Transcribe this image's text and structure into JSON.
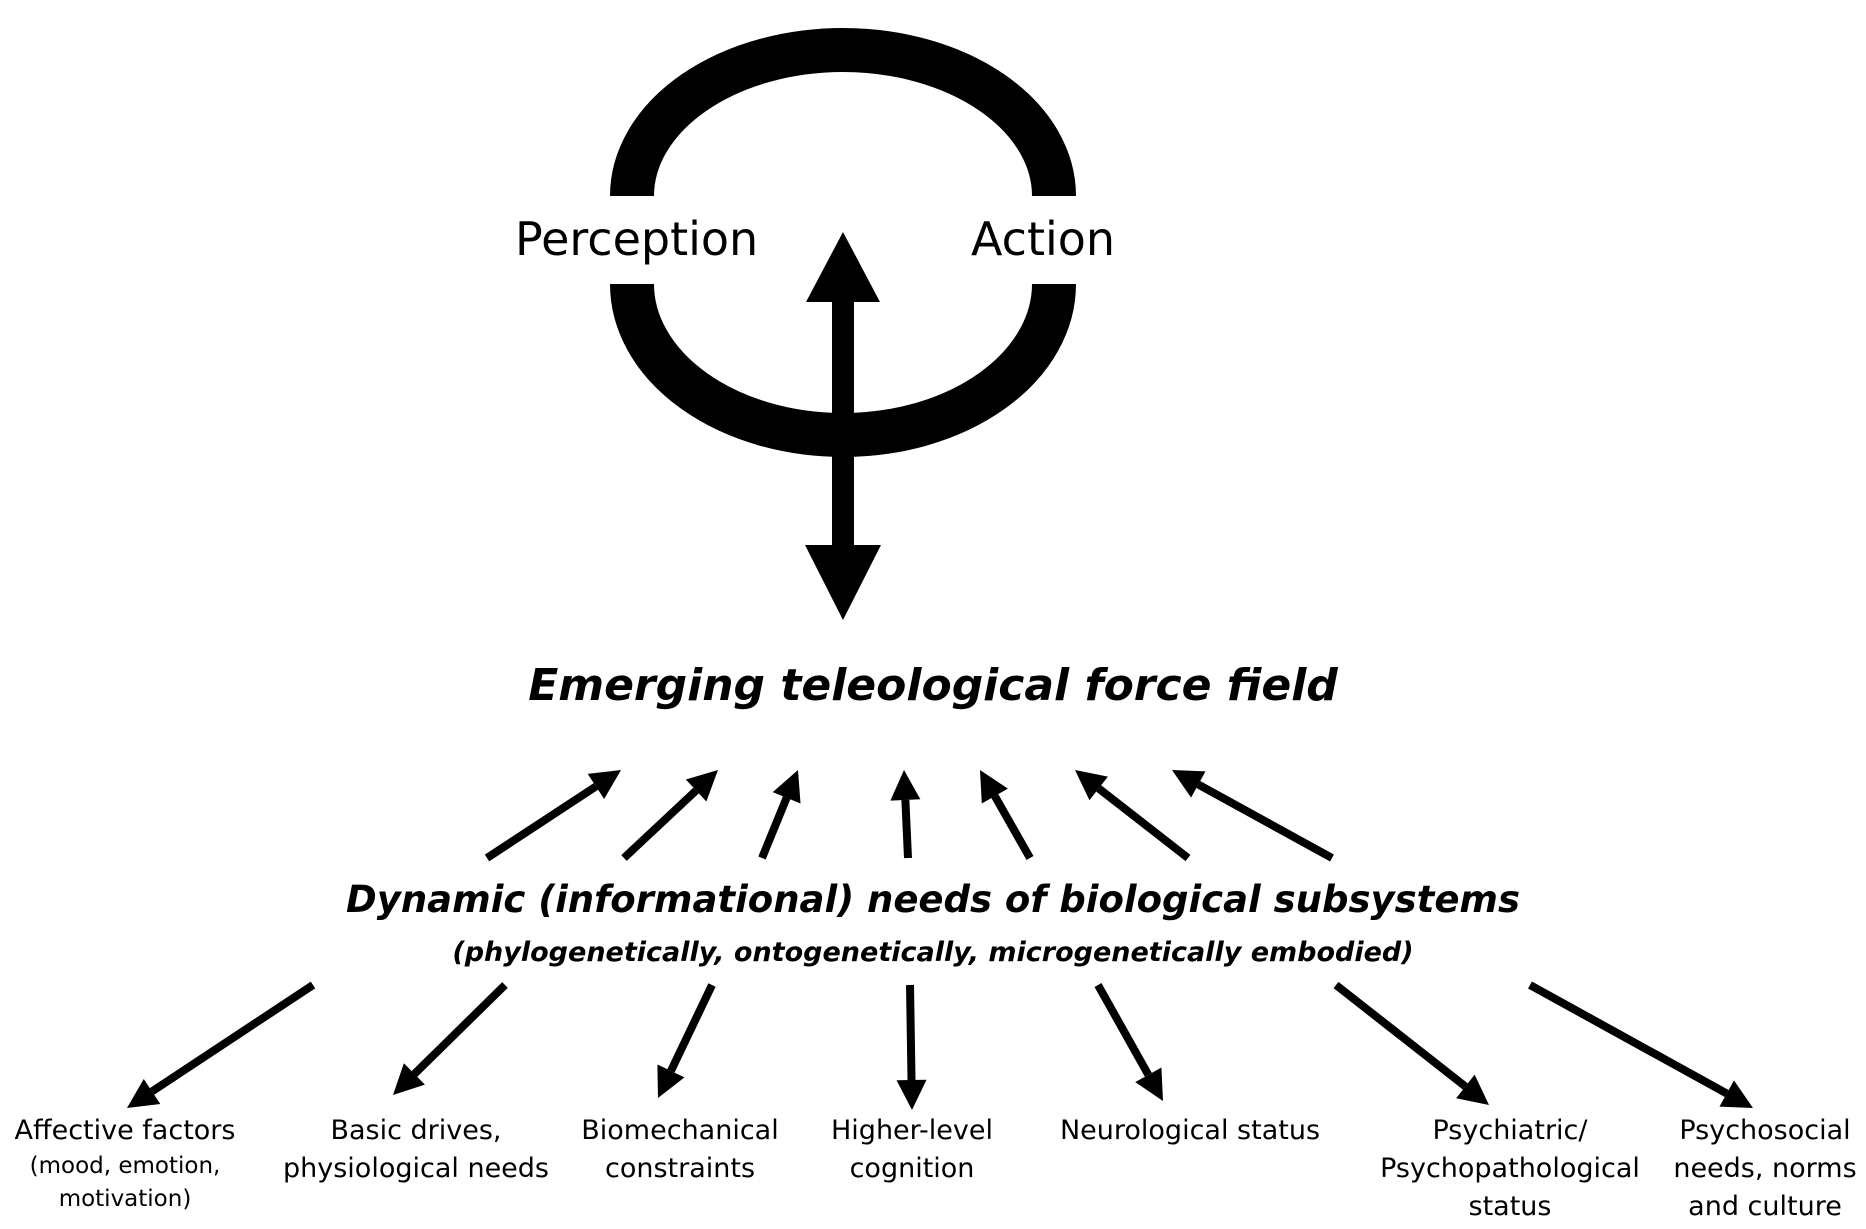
{
  "loop": {
    "left_label": "Perception",
    "right_label": "Action"
  },
  "force_field": {
    "title": "Emerging teleological force field"
  },
  "needs": {
    "title": "Dynamic (informational) needs of biological subsystems",
    "subtitle": "(phylogenetically, ontogenetically, microgenetically embodied)"
  },
  "factors": [
    {
      "lines": [
        "Affective factors"
      ],
      "small_lines": [
        "(mood, emotion,",
        "motivation)"
      ]
    },
    {
      "lines": [
        "Basic drives,",
        "physiological needs"
      ],
      "small_lines": []
    },
    {
      "lines": [
        "Biomechanical",
        "constraints"
      ],
      "small_lines": []
    },
    {
      "lines": [
        "Higher-level",
        "cognition"
      ],
      "small_lines": []
    },
    {
      "lines": [
        "Neurological status"
      ],
      "small_lines": []
    },
    {
      "lines": [
        "Psychiatric/",
        "Psychopathological",
        "status"
      ],
      "small_lines": []
    },
    {
      "lines": [
        "Psychosocial",
        "needs, norms",
        "and culture"
      ],
      "small_lines": []
    }
  ],
  "colors": {
    "ink": "#000000",
    "background": "#ffffff"
  }
}
